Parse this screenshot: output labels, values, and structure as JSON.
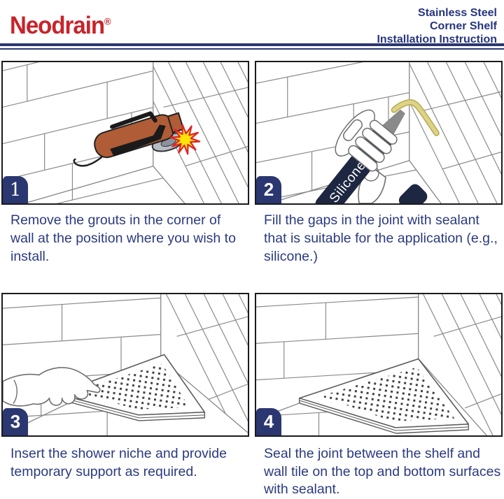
{
  "header": {
    "brand": "Neodrain",
    "registered_mark": "®",
    "title_lines": [
      "Stainless Steel",
      "Corner Shelf",
      "Installation Instruction"
    ]
  },
  "steps": [
    {
      "number": "1",
      "caption": "Remove the grouts in the corner of wall at the position where you wish to install.",
      "illustration": "oscillating-tool-removing-grout-in-tiled-corner"
    },
    {
      "number": "2",
      "caption": "Fill the gaps in the joint with sealant that is suitable for the application (e.g., silicone.)",
      "illustration": "silicone-sealant-tube-applying-bead-in-corner",
      "label": "Silicone"
    },
    {
      "number": "3",
      "caption": "Insert the shower niche and provide temporary support as required.",
      "illustration": "hand-inserting-triangular-corner-shelf"
    },
    {
      "number": "4",
      "caption": "Seal the joint between the shelf and wall tile on the top and bottom surfaces with sealant.",
      "illustration": "installed-triangular-corner-shelf"
    }
  ],
  "colors": {
    "brand_red": "#c9232a",
    "navy": "#2b3770",
    "text_navy": "#2b3a80",
    "tile_line": "#8a8a8a",
    "tool_brown": "#b05c36",
    "spark_yellow": "#ffe20a",
    "spark_red": "#e02424",
    "sealant_yellow": "#ded387",
    "tube_navy": "#1e2742"
  }
}
